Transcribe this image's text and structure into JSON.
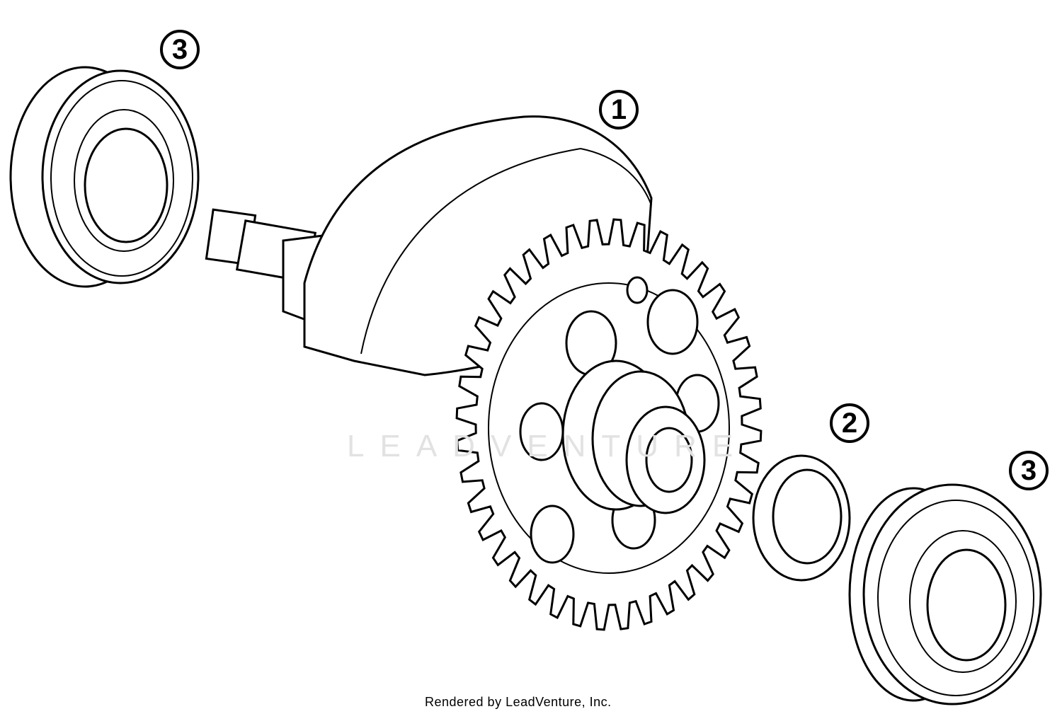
{
  "diagram": {
    "callouts": [
      {
        "id": "callout-3-left",
        "label": "3"
      },
      {
        "id": "callout-1",
        "label": "1"
      },
      {
        "id": "callout-2",
        "label": "2"
      },
      {
        "id": "callout-3-right",
        "label": "3"
      }
    ],
    "parts": [
      "bearing",
      "crankshaft-with-gear",
      "washer",
      "bearing"
    ],
    "watermark": "LEADVENTURE",
    "credit": "Rendered by LeadVenture, Inc.",
    "gear_teeth": 40
  }
}
